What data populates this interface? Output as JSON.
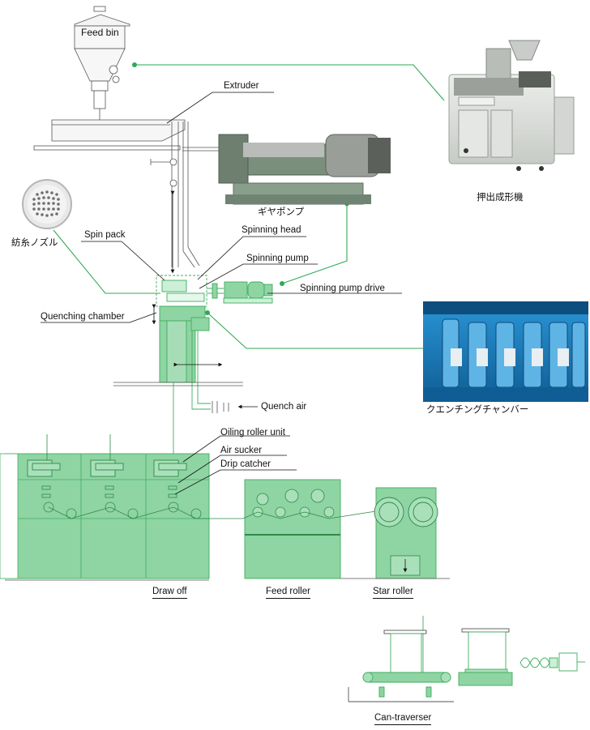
{
  "labels": {
    "feed_bin": "Feed bin",
    "extruder": "Extruder",
    "extruder_jp": "押出成形機",
    "gear_pump_jp": "ギヤポンプ",
    "spinneret_jp": "紡糸ノズル",
    "spin_pack": "Spin pack",
    "spinning_head": "Spinning head",
    "spinning_pump": "Spinning pump",
    "spinning_pump_drive": "Spinning pump drive",
    "quenching_chamber": "Quenching chamber",
    "quench_chamber_jp": "クエンチングチャンバー",
    "quench_air": "Quench air",
    "oiling_roller_unit": "Oiling roller unit",
    "air_sucker": "Air sucker",
    "drip_catcher": "Drip catcher",
    "draw_off": "Draw off",
    "feed_roller": "Feed roller",
    "star_roller": "Star roller",
    "can_traverser": "Can-traverser"
  },
  "colors": {
    "equipment_fill": "#8fd4a3",
    "equipment_stroke": "#3fae5f",
    "line": "#555555",
    "leader": "#111111",
    "callout_green": "#2eaa55",
    "photo_blue": "#1a7fc0",
    "photo_grey": "#d9dcd8"
  }
}
